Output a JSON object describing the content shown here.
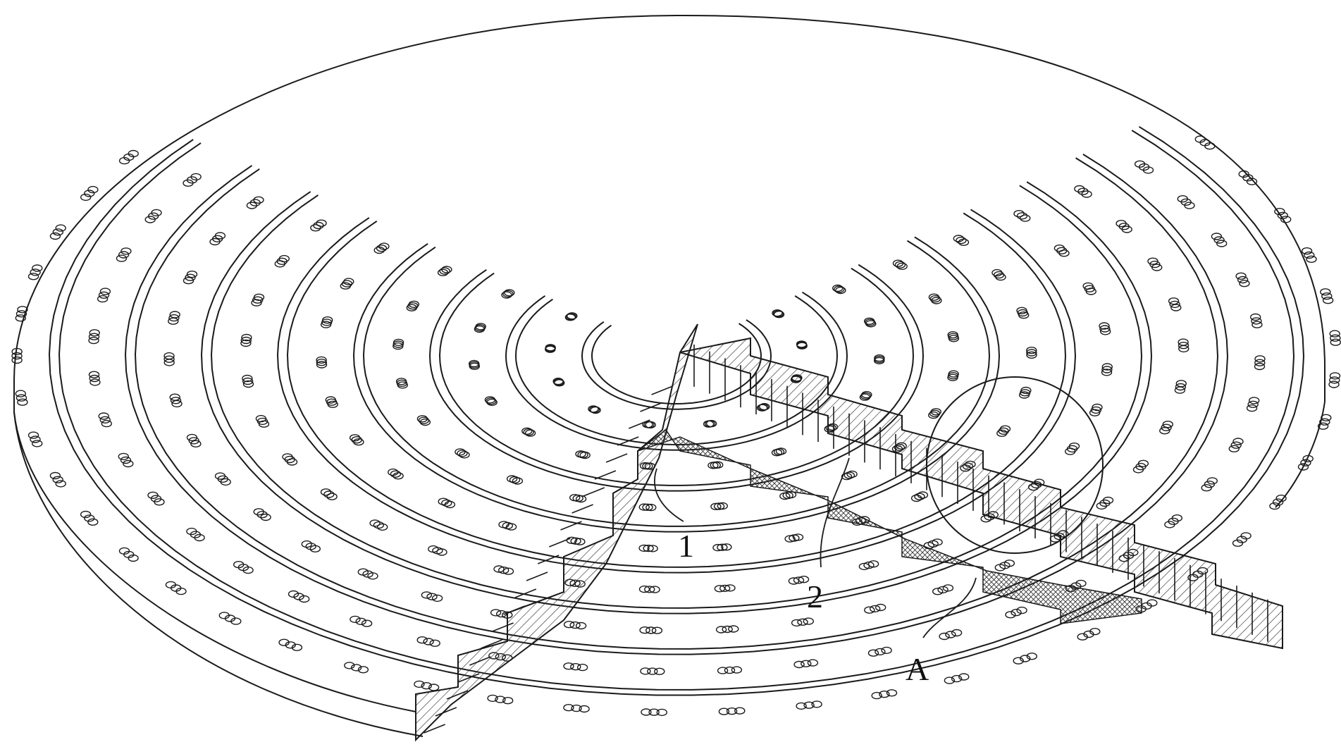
{
  "figure": {
    "labels": {
      "part_1": "1",
      "part_2": "2",
      "detail_a": "A"
    },
    "line_color": "#1a1a1a",
    "hatch_color": "#333333",
    "ring_count": 8
  }
}
